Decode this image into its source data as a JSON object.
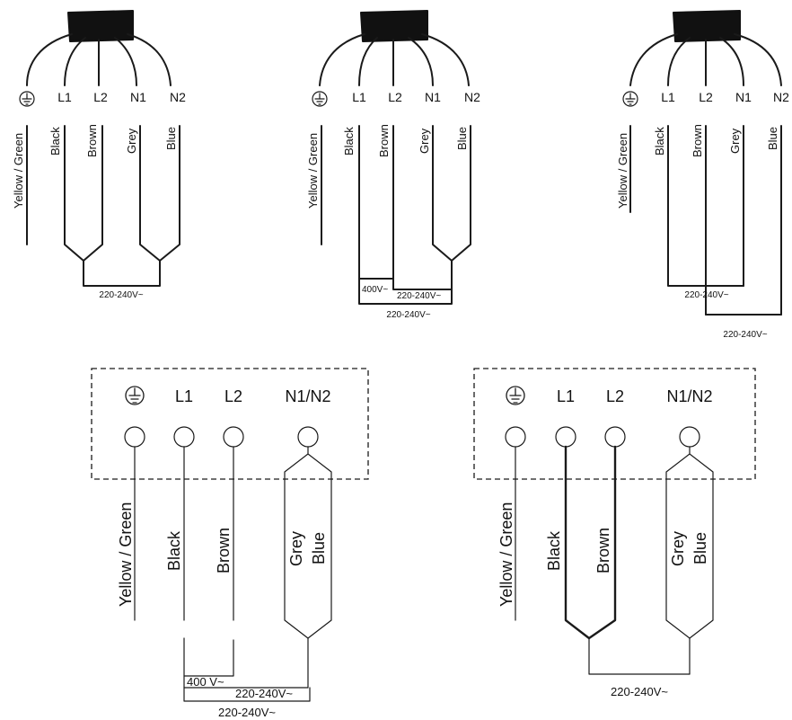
{
  "top_diagrams": [
    {
      "terminals": [
        "L1",
        "L2",
        "N1",
        "N2"
      ],
      "wires": [
        "Yellow / Green",
        "Black",
        "Brown",
        "Grey",
        "Blue"
      ],
      "voltages": [
        "220-240V~"
      ]
    },
    {
      "terminals": [
        "L1",
        "L2",
        "N1",
        "N2"
      ],
      "wires": [
        "Yellow / Green",
        "Black",
        "Brown",
        "Grey",
        "Blue"
      ],
      "voltages": [
        "400V~",
        "220-240V~",
        "220-240V~"
      ]
    },
    {
      "terminals": [
        "L1",
        "L2",
        "N1",
        "N2"
      ],
      "wires": [
        "Yellow / Green",
        "Black",
        "Brown",
        "Grey",
        "Blue"
      ],
      "voltages": [
        "220-240V~",
        "220-240V~"
      ]
    }
  ],
  "bottom_diagrams": [
    {
      "terminals": [
        "L1",
        "L2",
        "N1/N2"
      ],
      "wires": [
        "Yellow / Green",
        "Black",
        "Brown",
        "Grey",
        "Blue"
      ],
      "voltages": [
        "400 V~",
        "220-240V~",
        "220-240V~"
      ]
    },
    {
      "terminals": [
        "L1",
        "L2",
        "N1/N2"
      ],
      "wires": [
        "Yellow / Green",
        "Black",
        "Brown",
        "Grey",
        "Blue"
      ],
      "voltages": [
        "220-240V~"
      ]
    }
  ]
}
